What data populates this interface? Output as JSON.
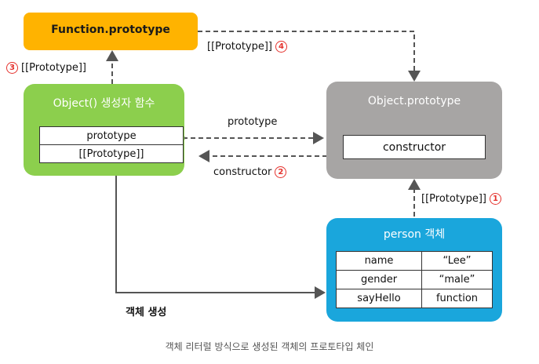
{
  "function_prototype": {
    "title": "Function.prototype",
    "color": "#ffb300"
  },
  "object_ctor": {
    "title": "Object() 생성자 함수",
    "color": "#8ccf4d",
    "slots": [
      "prototype",
      "[[Prototype]]"
    ]
  },
  "object_prototype": {
    "title": "Object.prototype",
    "color": "#a7a5a4",
    "slot": "constructor"
  },
  "person": {
    "title": "person 객체",
    "color": "#1aa6dc",
    "rows": [
      {
        "key": "name",
        "value": "“Lee”"
      },
      {
        "key": "gender",
        "value": "“male”"
      },
      {
        "key": "sayHello",
        "value": "function"
      }
    ]
  },
  "edges": {
    "proto3": {
      "text": "[[Prototype]]",
      "badge": "3"
    },
    "proto4": {
      "text": "[[Prototype]]",
      "badge": "4"
    },
    "prototype": {
      "text": "prototype"
    },
    "constructor": {
      "text": "constructor",
      "badge": "2"
    },
    "proto1": {
      "text": "[[Prototype]]",
      "badge": "1"
    },
    "create": {
      "text": "객체 생성"
    }
  },
  "caption": "객체 리터럴 방식으로 생성된 객체의 프로토타입 체인",
  "badge_color": "#e5322d"
}
